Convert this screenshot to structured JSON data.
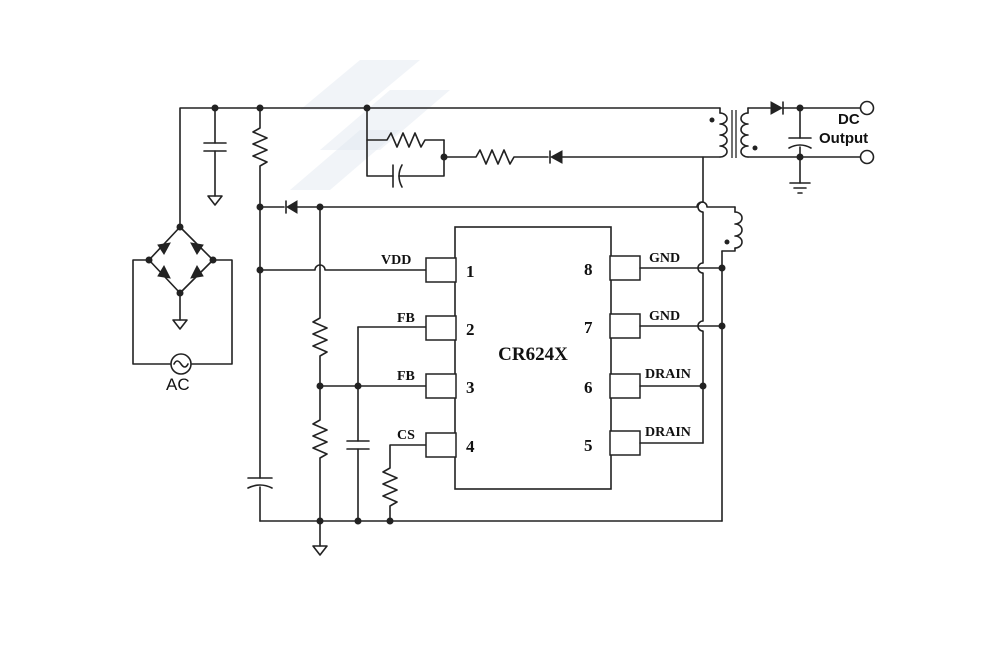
{
  "chip": {
    "name": "CR624X",
    "pins": [
      {
        "num": "1",
        "label": "VDD"
      },
      {
        "num": "2",
        "label": "FB"
      },
      {
        "num": "3",
        "label": "FB"
      },
      {
        "num": "4",
        "label": "CS"
      },
      {
        "num": "5",
        "label": "DRAIN"
      },
      {
        "num": "6",
        "label": "DRAIN"
      },
      {
        "num": "7",
        "label": "GND"
      },
      {
        "num": "8",
        "label": "GND"
      }
    ]
  },
  "output": {
    "line1": "DC",
    "line2": "Output"
  },
  "source": {
    "label": "AC"
  }
}
